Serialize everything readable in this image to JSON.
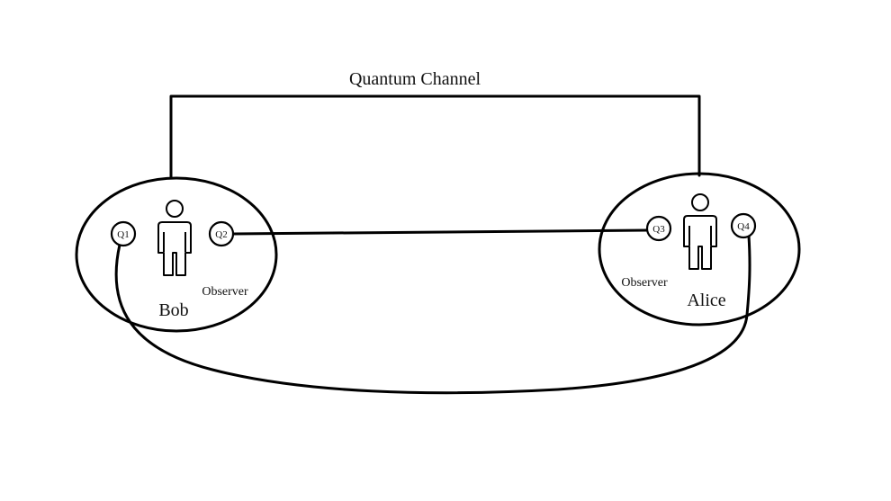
{
  "channel": {
    "label": "Quantum Channel"
  },
  "parties": {
    "bob": {
      "name": "Bob",
      "role": "Observer",
      "qubits": [
        "Q1",
        "Q2"
      ]
    },
    "alice": {
      "name": "Alice",
      "role": "Observer",
      "qubits": [
        "Q3",
        "Q4"
      ]
    }
  },
  "colors": {
    "line": "#000000",
    "background": "#ffffff"
  }
}
